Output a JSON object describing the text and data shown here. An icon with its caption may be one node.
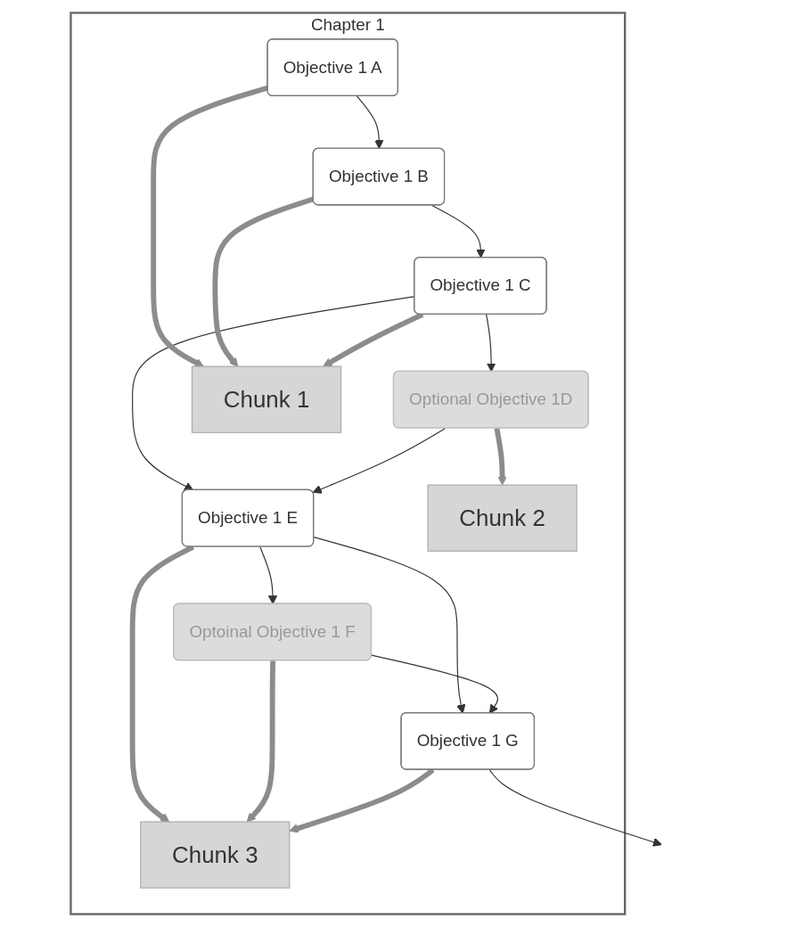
{
  "diagram": {
    "nodes": [
      {
        "text": [
          "Chapter 1"
        ]
      },
      {
        "text": [
          "Objective 1 A"
        ],
        "in": 0
      },
      {
        "text": [
          "Chunk 1"
        ],
        "in": 0
      },
      {
        "text": [
          "Objective 1 B"
        ],
        "in": 0
      },
      {
        "text": [
          "Objective 1 C"
        ],
        "in": 0
      },
      {
        "text": [
          "Optional Objective 1D"
        ],
        "in": 0
      },
      {
        "text": [
          "Chunk 2"
        ],
        "in": 0
      },
      {
        "text": [
          "Objective 1 E"
        ],
        "in": 0
      },
      {
        "text": [
          "Optoinal Objective 1 F"
        ],
        "in": 0
      },
      {
        "text": [
          "Chunk 3"
        ],
        "in": 0
      },
      {
        "text": [
          "Objective 1 G"
        ],
        "in": 0
      }
    ],
    "edges": [
      {
        "from": 1,
        "to": 3,
        "arrow": "to"
      },
      {
        "from": 3,
        "to": 4,
        "arrow": "to"
      },
      {
        "from": 4,
        "to": 5,
        "arrow": "to"
      },
      {
        "from": 4,
        "to": 7,
        "arrow": "to"
      },
      {
        "from": 5,
        "to": 7,
        "arrow": "to"
      },
      {
        "from": 7,
        "to": 8,
        "arrow": "to"
      },
      {
        "from": 7,
        "to": 10,
        "arrow": "to"
      },
      {
        "from": 8,
        "to": 10,
        "arrow": "to"
      },
      {
        "from": 1,
        "to": 2,
        "arrow": "to",
        "style": "thick",
        "color": "#8c8c8c"
      },
      {
        "from": 3,
        "to": 2,
        "arrow": "to",
        "style": "thick",
        "color": "#8c8c8c"
      },
      {
        "from": 4,
        "to": 2,
        "arrow": "to",
        "style": "thick",
        "color": "#8c8c8c"
      },
      {
        "from": 5,
        "to": 6,
        "arrow": "to",
        "style": "thick",
        "color": "#8c8c8c"
      },
      {
        "from": 7,
        "to": 9,
        "arrow": "to",
        "style": "thick",
        "color": "#8c8c8c"
      },
      {
        "from": 8,
        "to": 9,
        "arrow": "to",
        "style": "thick",
        "color": "#8c8c8c"
      },
      {
        "from": 10,
        "to": 9,
        "arrow": "to",
        "style": "thick",
        "color": "#8c8c8c"
      },
      {
        "from": 10,
        "to": null,
        "arrow": "to"
      }
    ]
  }
}
